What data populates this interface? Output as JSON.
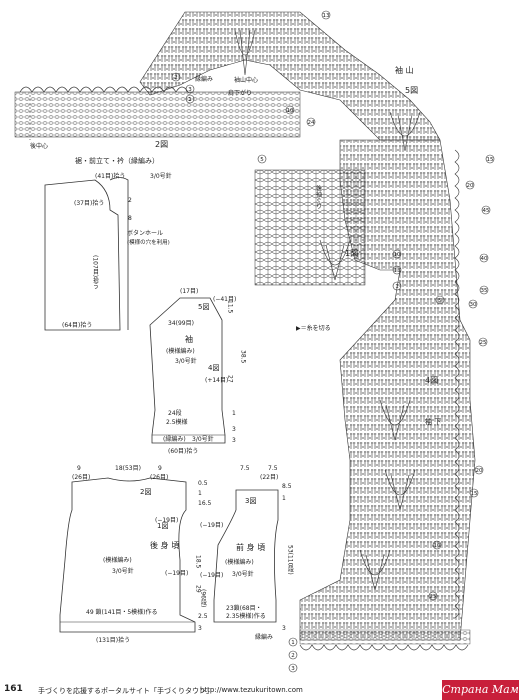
{
  "labels": {
    "fig2": "2図",
    "fig5": "5図",
    "fig1": "1図",
    "fig4": "4図",
    "sleeve_cap": "袖 山",
    "sleeve_cap_center": "袖山中心",
    "shoulder_drop": "肩下がり",
    "edge_knit": "縁編み",
    "back_center": "後中心",
    "back_armhole": "後袖ぐり",
    "sleeve_under": "袖 下",
    "yarn_cut": "▶＝糸を切る",
    "edge_knit_bottom": "縁編み"
  },
  "circles": {
    "c13_top": "13",
    "c2": "2",
    "c3": "3",
    "c1": "1",
    "c24": "24",
    "c10": "10",
    "c15": "15",
    "c20": "20",
    "c45": "45",
    "c40": "40",
    "c35": "35",
    "c30": "30",
    "c25": "25",
    "c5_left": "5",
    "c5_mid": "5",
    "c10_mid": "10",
    "c13_left": "13",
    "c1_left": "1",
    "c10_b": "10",
    "c15_b": "15",
    "c20_b": "20",
    "c25_b": "25",
    "c1_bot": "1",
    "c2_bot": "2",
    "c3_bot": "3"
  },
  "front_band": {
    "title": "裾・前立て・衿（縁編み）",
    "pickup_top": "(41目)拾う",
    "pickup_side": "(37目)拾う",
    "pickup_long": "(107目)拾う",
    "pickup_bottom": "(64目)拾う",
    "dim_2": "2",
    "dim_8": "8",
    "buttonhole": "ボタンホール",
    "buttonhole_note": "(模様の穴を利用)",
    "hook": "3/0号針"
  },
  "sleeve": {
    "title": "袖",
    "pattern": "(模様編み)",
    "hook": "3/0号針",
    "top_count": "(17目)",
    "fig5": "5図",
    "dec41": "(−41目)",
    "w34": "34(99目)",
    "fig4": "4図",
    "h385": "38.5",
    "h115": "11.5",
    "h27": "27",
    "r14": "(+14目)",
    "rows24": "24段",
    "pattern25": "2.5模様",
    "edge": "(縁編み)",
    "edge_hook": "3/0号針",
    "bottom": "(60目)拾う",
    "h3": "3",
    "h3b": "3",
    "h1": "1"
  },
  "back": {
    "title": "後 身 頃",
    "pattern": "(模様編み)",
    "hook": "3/0号針",
    "w9": "9",
    "w18": "18(53目)",
    "w9b": "9",
    "d26": "(26目)",
    "d26b": "(26目)",
    "fig2": "2図",
    "fig1": "1図",
    "r19": "(−19目)",
    "r19b": "(−19目)",
    "h29": "29",
    "rows": "(96段)",
    "h185": "18.5",
    "h05": "0.5",
    "h1": "1",
    "h165": "16.5",
    "h25": "2.5",
    "bottom": "49 鎖(141目・5模様)作る",
    "bottom2": "(131目)拾う",
    "h3": "3",
    "h53": "53(110段)"
  },
  "front": {
    "title": "前 身 頃",
    "pattern": "(模様編み)",
    "hook": "3/0号針",
    "w7": "7.5",
    "w75": "7.5",
    "d22": "(22目)",
    "fig3": "3図",
    "r19": "(−19目)",
    "r19b": "(−19目)",
    "h85": "8.5",
    "h1": "1",
    "rows23": "23鎖(68目・",
    "rows23b": "2.35模様)作る",
    "h53": "53(110段)",
    "h3": "3"
  },
  "footer": {
    "page": "161",
    "tagline": "手づくりを応援するポータルサイト「手づくりタウン」",
    "url": "http://www.tezukuritown.com"
  },
  "watermark": "Страна Мам"
}
